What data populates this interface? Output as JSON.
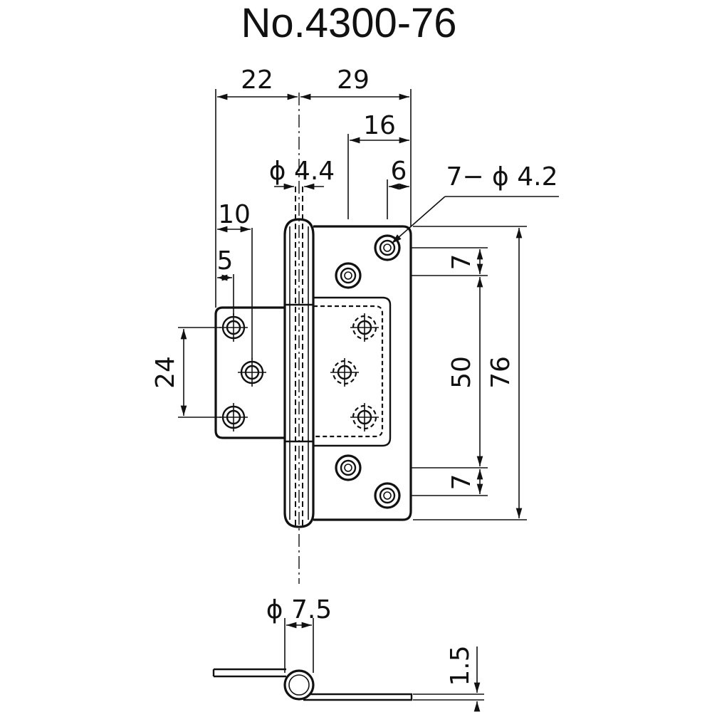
{
  "title": "No.4300-76",
  "dimensions": {
    "width_left": "22",
    "width_right": "29",
    "offset_16": "16",
    "offset_6": "6",
    "pin_hole": "ϕ 4.4",
    "holes_spec": "7− ϕ 4.2",
    "offset_10": "10",
    "offset_5": "5",
    "pitch_24": "24",
    "pitch_7_top": "7",
    "pitch_50": "50",
    "height_76": "76",
    "pitch_7_bottom": "7",
    "knuckle_dia": "ϕ 7.5",
    "thickness": "1.5"
  }
}
